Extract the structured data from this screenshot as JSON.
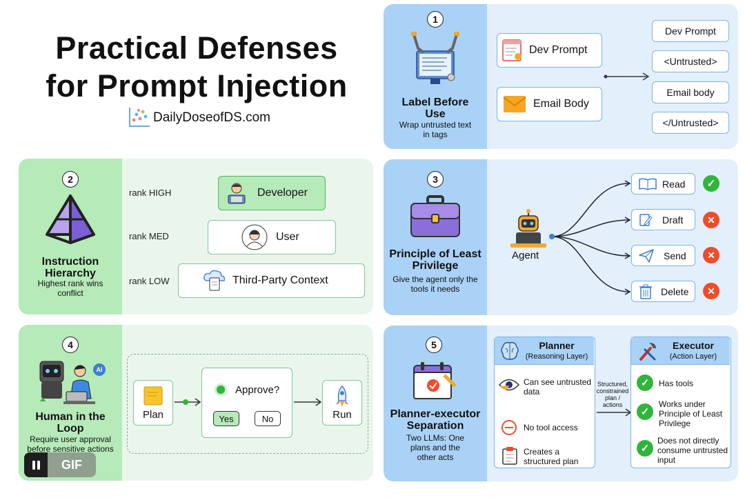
{
  "header": {
    "title_line1": "Practical Defenses",
    "title_line2": "for Prompt Injection",
    "brand": "DailyDoseofDS.com"
  },
  "colors": {
    "blue_panel": "#a9d2f6",
    "blue_bg": "#e3effb",
    "green_panel": "#b6eab9",
    "green_bg": "#eaf6ec",
    "accent_green": "#2fb53b",
    "accent_red": "#f24b2a"
  },
  "s1": {
    "num": "1",
    "title": "Label Before Use",
    "desc": "Wrap untrusted text in tags",
    "inputs": [
      "Dev Prompt",
      "Email Body"
    ],
    "outputs": [
      "Dev Prompt",
      "<Untrusted>",
      "Email body",
      "</Untrusted>"
    ]
  },
  "s2": {
    "num": "2",
    "title": "Instruction Hierarchy",
    "desc": "Highest rank wins conflict",
    "ranks": [
      {
        "rank": "rank HIGH",
        "label": "Developer"
      },
      {
        "rank": "rank MED",
        "label": "User"
      },
      {
        "rank": "rank LOW",
        "label": "Third-Party Context"
      }
    ]
  },
  "s3": {
    "num": "3",
    "title": "Principle of Least Privilege",
    "desc": "Give the agent only the tools it needs",
    "agent": "Agent",
    "tools": [
      {
        "label": "Read",
        "allowed": true
      },
      {
        "label": "Draft",
        "allowed": false
      },
      {
        "label": "Send",
        "allowed": false
      },
      {
        "label": "Delete",
        "allowed": false
      }
    ]
  },
  "s4": {
    "num": "4",
    "title": "Human in the Loop",
    "desc": "Require user approval before sensitive actions",
    "ai_badge": "AI",
    "plan": "Plan",
    "approve": "Approve?",
    "yes": "Yes",
    "no": "No",
    "run": "Run"
  },
  "s5": {
    "num": "5",
    "title": "Planner-executor Separation",
    "desc": "Two LLMs: One plans and the other acts",
    "planner": {
      "title": "Planner",
      "subtitle": "(Reasoning Layer)",
      "items": [
        "Can see untrusted data",
        "No tool access",
        "Creates a structured plan"
      ]
    },
    "arrow_label": "Structured, constrained plan / actions",
    "executor": {
      "title": "Executor",
      "subtitle": "(Action Layer)",
      "items": [
        "Has tools",
        "Works under Principle of Least Privilege",
        "Does not directly consume untrusted input"
      ]
    }
  },
  "gif_control": {
    "label": "GIF"
  }
}
